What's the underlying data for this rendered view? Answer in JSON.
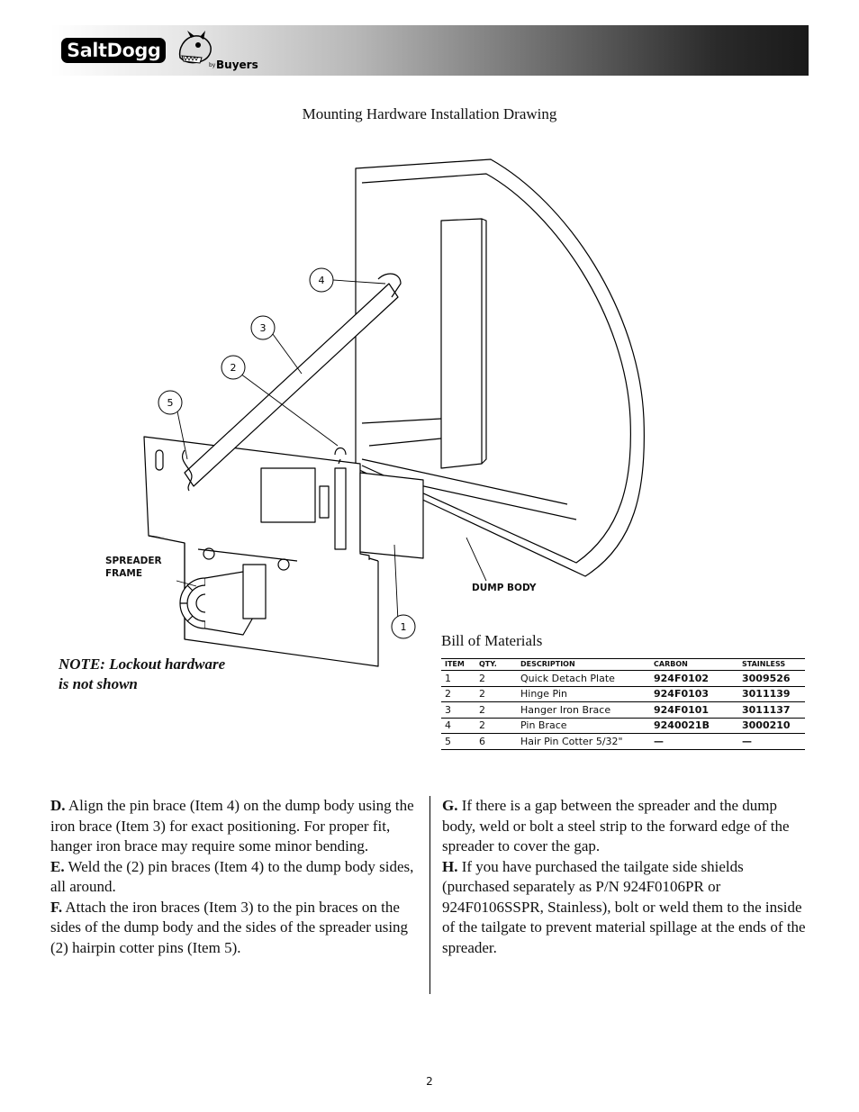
{
  "header": {
    "logo_text": "SaltDogg",
    "logo_by": "by",
    "logo_brand": "Buyers"
  },
  "title": "Mounting Hardware Installation Drawing",
  "drawing": {
    "callouts": [
      "1",
      "2",
      "3",
      "4",
      "5"
    ],
    "labels": {
      "spreader_frame_line1": "SPREADER",
      "spreader_frame_line2": "FRAME",
      "dump_body": "DUMP BODY"
    }
  },
  "note": {
    "line1": "NOTE: Lockout hardware",
    "line2": "is not shown"
  },
  "bom": {
    "title": "Bill of Materials",
    "headers": [
      "ITEM",
      "QTY.",
      "DESCRIPTION",
      "CARBON",
      "STAINLESS"
    ],
    "rows": [
      [
        "1",
        "2",
        "Quick Detach Plate",
        "924F0102",
        "3009526"
      ],
      [
        "2",
        "2",
        "Hinge Pin",
        "924F0103",
        "3011139"
      ],
      [
        "3",
        "2",
        "Hanger Iron Brace",
        "924F0101",
        "3011137"
      ],
      [
        "4",
        "2",
        "Pin Brace",
        "9240021B",
        "3000210"
      ],
      [
        "5",
        "6",
        "Hair Pin Cotter 5/32\"",
        "—",
        "—"
      ]
    ]
  },
  "instructions": {
    "d_label": "D.",
    "d_text": " Align the pin brace (Item 4) on the dump body using the iron brace (Item 3) for exact positioning. For proper fit, hanger iron brace may require some minor bending.",
    "e_label": "E.",
    "e_text": " Weld the (2) pin braces (Item 4) to the dump body sides, all around.",
    "f_label": "F.",
    "f_text": " Attach the iron braces (Item 3) to the pin braces on the sides of the dump body and the sides of the spreader using (2) hairpin cotter pins (Item 5).",
    "g_label": "G.",
    "g_text": " If there is a gap between the spreader and the dump body, weld or bolt a steel strip to the forward edge of the spreader to cover the gap.",
    "h_label": "H.",
    "h_text": " If you have purchased the tailgate side shields (purchased separately as P/N 924F0106PR or 924F0106SSPR, Stainless), bolt or weld them to the inside of the tailgate to prevent material spillage at the ends of the spreader."
  },
  "page_number": "2"
}
